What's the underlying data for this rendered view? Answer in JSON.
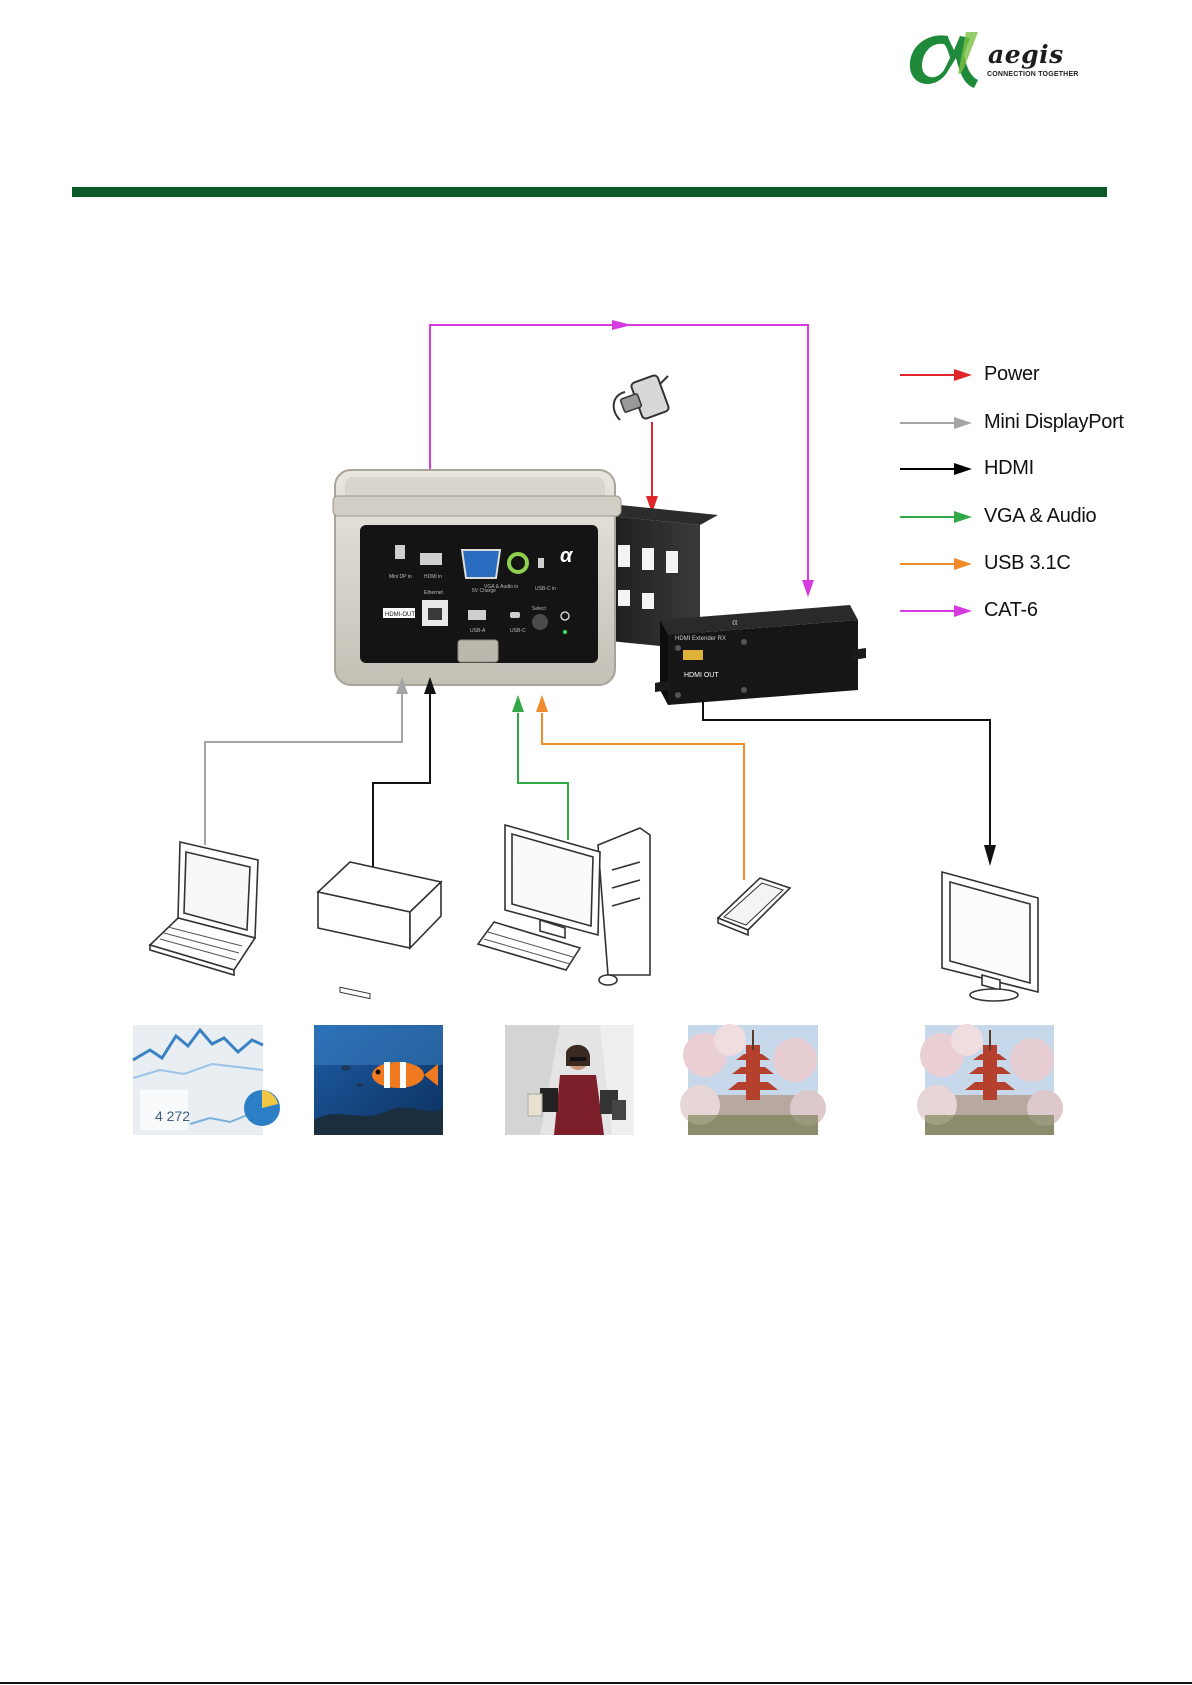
{
  "brand": {
    "wordmark": "aegis",
    "tagline": "CONNECTION TOGETHER",
    "colors": {
      "green": "#1f8a3a",
      "rule": "#0b5a2a"
    }
  },
  "legend": [
    {
      "label": "Power",
      "color": "#e0262b"
    },
    {
      "label": "Mini DisplayPort",
      "color": "#a4a4a4"
    },
    {
      "label": "HDMI",
      "color": "#000000"
    },
    {
      "label": "VGA & Audio",
      "color": "#33a846"
    },
    {
      "label": "USB 3.1C",
      "color": "#f08a2b"
    },
    {
      "label": "CAT-6",
      "color": "#d63be0"
    }
  ],
  "devices": {
    "wall_plate": {
      "icon": "wall-plate-transmitter"
    },
    "power_adapter": {
      "icon": "power-adapter"
    },
    "receiver": {
      "icon": "hdmi-receiver"
    },
    "laptop": {
      "icon": "laptop"
    },
    "media_player": {
      "icon": "media-player"
    },
    "desktop_pc": {
      "icon": "desktop-pc"
    },
    "phone": {
      "icon": "smartphone"
    },
    "monitor": {
      "icon": "monitor"
    }
  },
  "plate_labels": {
    "mini_dp": "Mini DP in",
    "hdmi_in": "HDMI in",
    "vga_audio": "VGA & Audio in",
    "usb_c_in": "USB-C in",
    "ethernet": "Ethernet",
    "hdmi_out_badge": "HDMI-OUT",
    "usb_a": "USB-A",
    "usb_c": "USB-C",
    "charge": "5V Charge",
    "select": "Select",
    "receiver_title": "HDMI Extender RX",
    "receiver_port": "HDMI OUT",
    "chart_number": "4 272"
  },
  "thumbnails": [
    {
      "name": "thumbnail-analytics"
    },
    {
      "name": "thumbnail-clownfish"
    },
    {
      "name": "thumbnail-shopper"
    },
    {
      "name": "thumbnail-pagoda"
    },
    {
      "name": "thumbnail-pagoda-output"
    }
  ]
}
